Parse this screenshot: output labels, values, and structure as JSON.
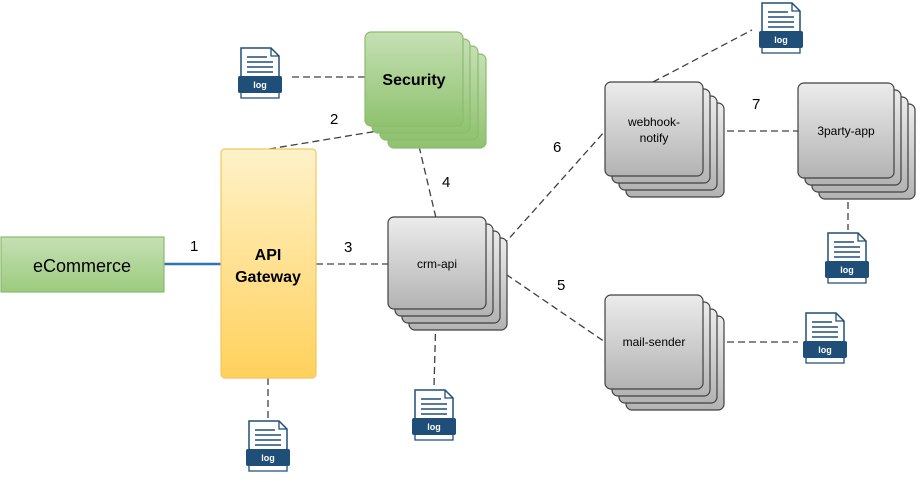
{
  "nodes": {
    "ecommerce": "eCommerce",
    "gateway_line1": "API",
    "gateway_line2": "Gateway",
    "security": "Security",
    "crm": "crm-api",
    "webhook_line1": "webhook-",
    "webhook_line2": "notify",
    "mail": "mail-sender",
    "third_party": "3party-app"
  },
  "edges": {
    "e1": "1",
    "e2": "2",
    "e3": "3",
    "e4": "4",
    "e5": "5",
    "e6": "6",
    "e7": "7"
  },
  "log_label": "log",
  "colors": {
    "ecommerce_fill": "#a9d18e",
    "gateway_fill": "#ffd966",
    "security_fill": "#a9d18e",
    "service_fill": "#bfbfbf",
    "log_accent": "#1f4e79",
    "solid_connector": "#2e75b6"
  }
}
